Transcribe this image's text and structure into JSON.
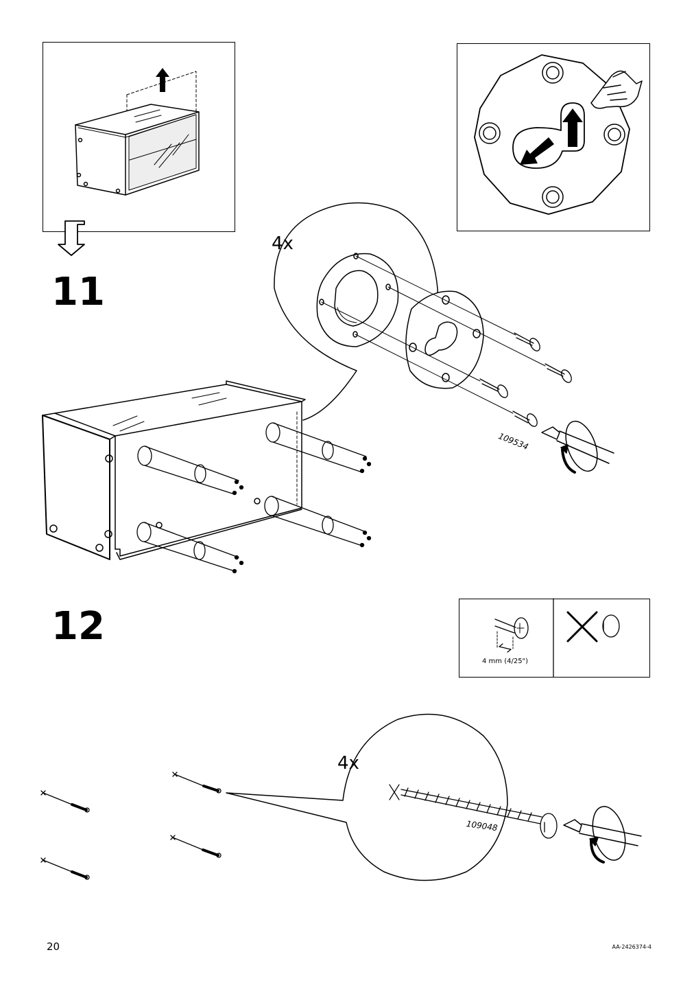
{
  "page": {
    "page_number": "20",
    "document_code": "AA-2426374-4"
  },
  "step11": {
    "number": "11",
    "quantity": "4x",
    "part_number": "109534"
  },
  "step12": {
    "number": "12",
    "quantity": "4x",
    "part_number": "109048",
    "screw_gap_label": "4 mm (4/25\")"
  }
}
